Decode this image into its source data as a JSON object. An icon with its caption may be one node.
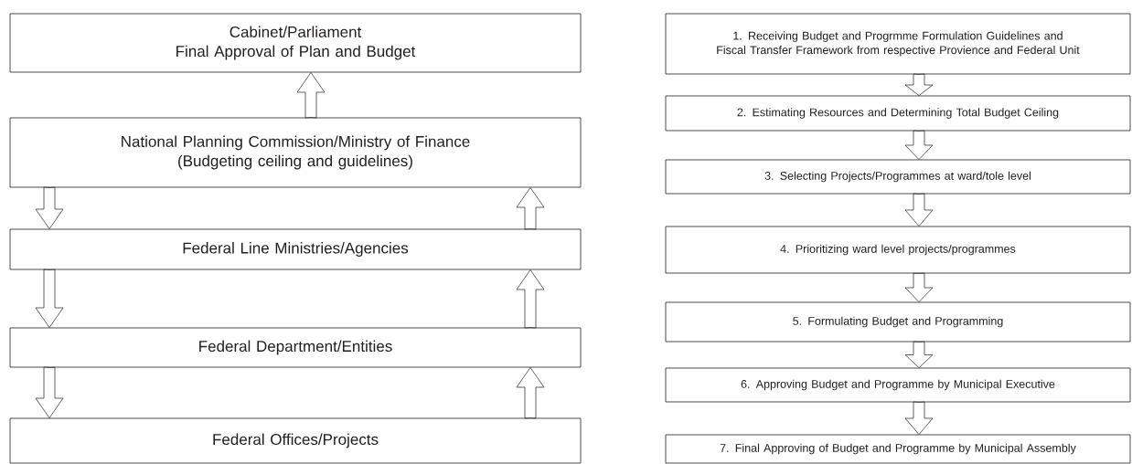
{
  "diagram": {
    "nodes": [
      {
        "text": [
          "Cabinet/Parliament",
          "Final Approval of Plan and Budget"
        ]
      },
      {
        "text": [
          "National Planning Commission/Ministry of Finance",
          "(Budgeting ceiling and guidelines)"
        ]
      },
      {
        "text": [
          "Federal Line Ministries/Agencies"
        ]
      },
      {
        "text": [
          "Federal Department/Entities"
        ]
      },
      {
        "text": [
          "Federal Offices/Projects"
        ]
      },
      {
        "text": [
          "1. Receiving Budget and Progrmme Formulation Guidelines and Fiscal Transfer Framework from respective Provience and Federal Unit"
        ]
      },
      {
        "text": [
          "2. Estimating Resources and Determining Total Budget Ceiling"
        ]
      },
      {
        "text": [
          "3. Selecting Projects/Programmes at ward/tole level"
        ]
      },
      {
        "text": [
          "4. Prioritizing ward level projects/programmes"
        ]
      },
      {
        "text": [
          "5. Formulating Budget and Programming"
        ]
      },
      {
        "text": [
          "6. Approving Budget and Programme by Municipal  Executive"
        ]
      },
      {
        "text": [
          "7. Final Approving of Budget and Programme by Municipal Assembly"
        ]
      }
    ],
    "edges": [
      {
        "from": 1,
        "to": 0,
        "arrow": "to"
      },
      {
        "from": 1,
        "to": 2,
        "arrow": "to"
      },
      {
        "from": 2,
        "to": 1,
        "arrow": "to"
      },
      {
        "from": 2,
        "to": 3,
        "arrow": "to"
      },
      {
        "from": 3,
        "to": 2,
        "arrow": "to"
      },
      {
        "from": 3,
        "to": 4,
        "arrow": "to"
      },
      {
        "from": 4,
        "to": 3,
        "arrow": "to"
      },
      {
        "from": 5,
        "to": 6,
        "arrow": "to"
      },
      {
        "from": 6,
        "to": 7,
        "arrow": "to"
      },
      {
        "from": 7,
        "to": 8,
        "arrow": "to"
      },
      {
        "from": 8,
        "to": 9,
        "arrow": "to"
      },
      {
        "from": 9,
        "to": 10,
        "arrow": "to"
      },
      {
        "from": 10,
        "to": 11,
        "arrow": "to"
      }
    ]
  }
}
